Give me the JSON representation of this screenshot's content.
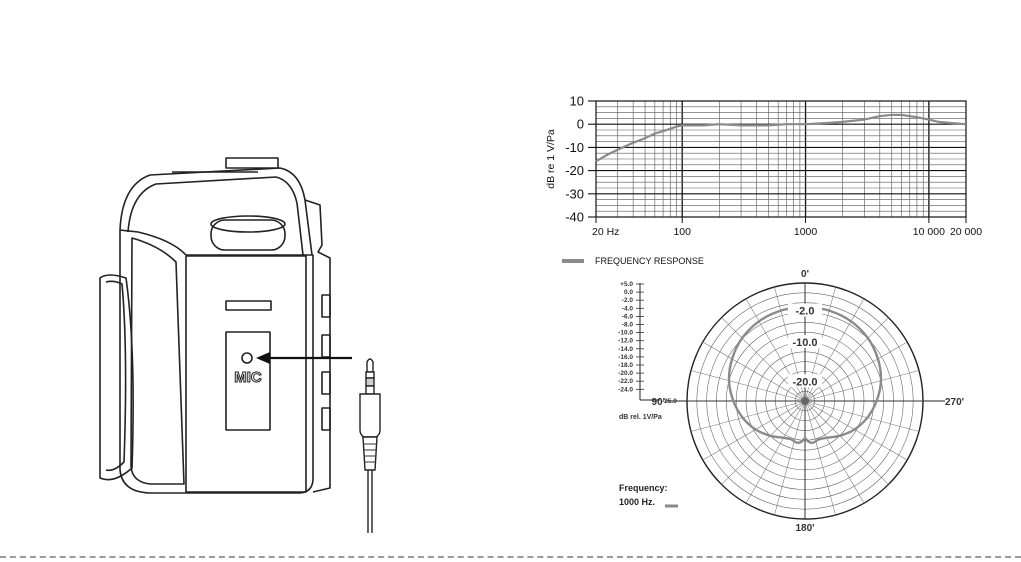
{
  "camera": {
    "port_label": "MIC"
  },
  "chart_data": [
    {
      "type": "line",
      "title": "",
      "xlabel": "",
      "ylabel": "dB re 1 V/Pa",
      "xscale": "log",
      "xlim": [
        20,
        20000
      ],
      "ylim": [
        -40,
        10
      ],
      "yticks": [
        10,
        0,
        -10,
        -20,
        -30,
        -40
      ],
      "ytick_labels": [
        "10",
        "0",
        "-10",
        "-20",
        "-30",
        "-40"
      ],
      "xticks": [
        20,
        100,
        1000,
        10000,
        20000
      ],
      "xtick_labels": [
        "20 Hz",
        "100",
        "1000",
        "10 000",
        "20 000"
      ],
      "grid": true,
      "legend": "bottom-left",
      "series": [
        {
          "name": "FREQUENCY RESPONSE",
          "color": "#8a8a8a",
          "x": [
            20,
            25,
            30,
            40,
            50,
            60,
            70,
            80,
            90,
            100,
            150,
            200,
            300,
            500,
            700,
            1000,
            1500,
            2000,
            3000,
            4000,
            5000,
            6000,
            7000,
            8000,
            10000,
            12000,
            15000,
            20000
          ],
          "y": [
            -16,
            -13,
            -11,
            -8,
            -6,
            -4,
            -3,
            -2,
            -1,
            -0.5,
            -0.5,
            0,
            -0.5,
            -0.5,
            0,
            0,
            0.5,
            1,
            2,
            3.5,
            4,
            4,
            3.5,
            3,
            2,
            1,
            0.5,
            0
          ]
        }
      ]
    },
    {
      "type": "polar",
      "title": "",
      "angle_labels": [
        "0'",
        "90'",
        "180'",
        "270'"
      ],
      "ring_labels": [
        "-2.0",
        "-10.0",
        "-20.0"
      ],
      "scale_labels": [
        "+5.0",
        "0.0",
        "-2.0",
        "-4.0",
        "-6.0",
        "-8.0",
        "-10.0",
        "-12.0",
        "-14.0",
        "-16.0",
        "-18.0",
        "-20.0",
        "-22.0",
        "-24.0",
        "-25.0"
      ],
      "unit_label": "dB rel. 1V/Pa",
      "frequency_label": "Frequency:",
      "frequency_value": "1000 Hz.",
      "rlim": [
        -25,
        5
      ],
      "series": [
        {
          "color": "#8a8a8a",
          "angles_deg": [
            0,
            15,
            30,
            45,
            60,
            75,
            90,
            105,
            120,
            135,
            150,
            160,
            165,
            170,
            175,
            180,
            185,
            190,
            195,
            200,
            210,
            225,
            240,
            255,
            270,
            285,
            300,
            315,
            330,
            345,
            360
          ],
          "db": [
            -1,
            -1.2,
            -1.6,
            -2.4,
            -3.6,
            -5,
            -6.8,
            -8.6,
            -10.5,
            -12.5,
            -14.2,
            -14.6,
            -14.4,
            -14.2,
            -14.6,
            -15.5,
            -14.6,
            -14.2,
            -14.4,
            -14.6,
            -14.2,
            -12.5,
            -10.5,
            -8.6,
            -6.8,
            -5,
            -3.6,
            -2.4,
            -1.6,
            -1.2,
            -1
          ]
        }
      ]
    }
  ]
}
